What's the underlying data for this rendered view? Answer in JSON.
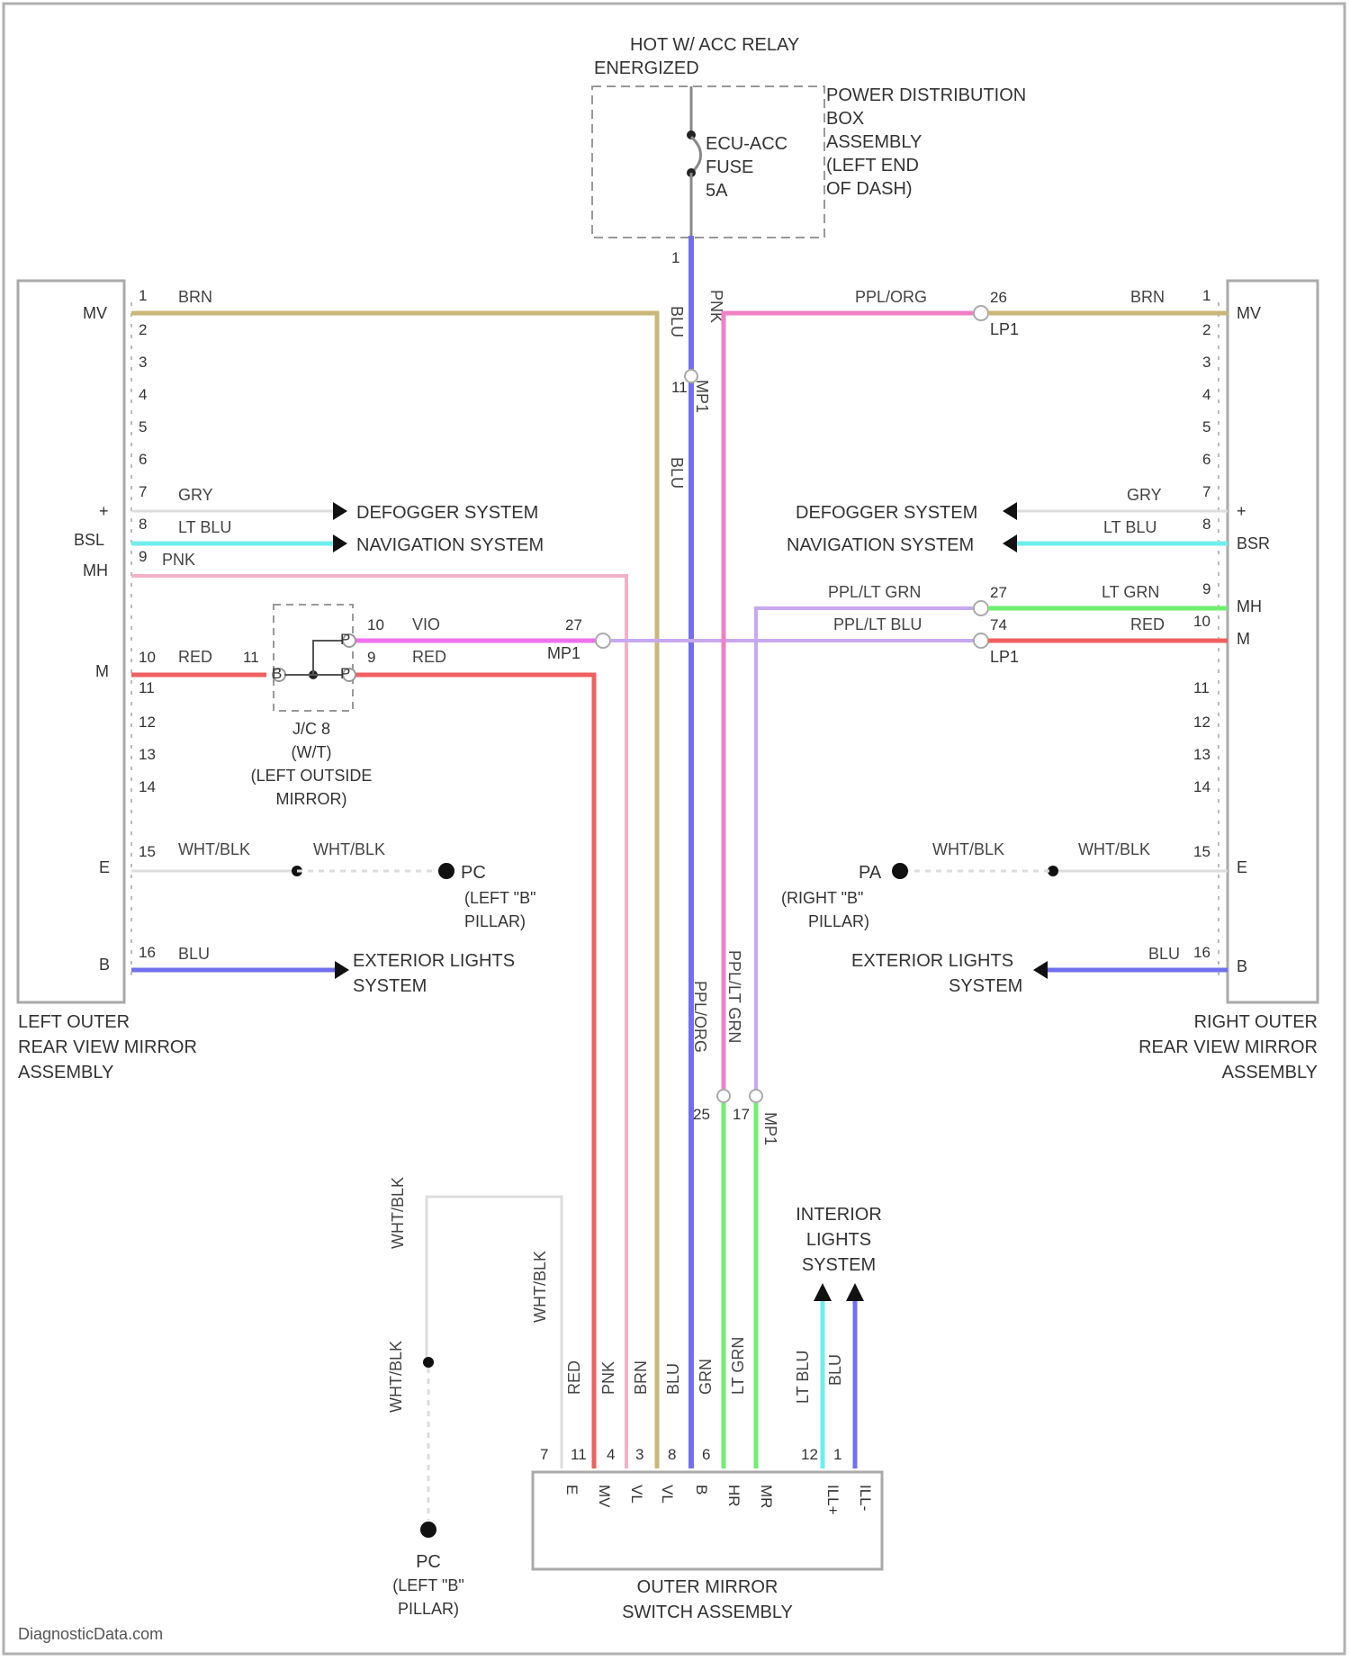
{
  "relay": {
    "line1": "HOT W/ ACC RELAY",
    "line2": "ENERGIZED"
  },
  "pdb": {
    "l1": "POWER DISTRIBUTION",
    "l2": "BOX",
    "l3": "ASSEMBLY",
    "l4": "(LEFT END",
    "l5": "OF DASH)"
  },
  "fuse": {
    "l1": "ECU-ACC",
    "l2": "FUSE",
    "l3": "5A"
  },
  "left_mirror": {
    "name1": "LEFT OUTER",
    "name2": "REAR VIEW MIRROR",
    "name3": "ASSEMBLY"
  },
  "right_mirror": {
    "name1": "RIGHT OUTER",
    "name2": "REAR VIEW MIRROR",
    "name3": "ASSEMBLY"
  },
  "switch": {
    "name1": "OUTER MIRROR",
    "name2": "SWITCH ASSEMBLY"
  },
  "junction": {
    "l1": "J/C 8",
    "l2": "(W/T)",
    "l3": "(LEFT OUTSIDE",
    "l4": "MIRROR)"
  },
  "systems": {
    "defogger": "DEFOGGER SYSTEM",
    "navigation": "NAVIGATION SYSTEM",
    "ext_lights_l1": "EXTERIOR LIGHTS",
    "ext_lights_l2": "SYSTEM",
    "int_l1": "INTERIOR",
    "int_l2": "LIGHTS",
    "int_l3": "SYSTEM"
  },
  "grounds": {
    "left_top": {
      "name": "PC",
      "l1": "(LEFT \"B\"",
      "l2": "PILLAR)"
    },
    "right": {
      "name": "PA",
      "l1": "(RIGHT \"B\"",
      "l2": "PILLAR)"
    },
    "left_bottom": {
      "name": "PC",
      "l1": "(LEFT \"B\"",
      "l2": "PILLAR)"
    }
  },
  "left_terms": {
    "mv": "MV",
    "bsl": "BSL",
    "mh": "MH",
    "m": "M",
    "e": "E",
    "b": "B"
  },
  "right_terms": {
    "mv": "MV",
    "bsr": "BSR",
    "mh": "MH",
    "m": "M",
    "e": "E",
    "b": "B"
  },
  "wires": {
    "brn": "BRN",
    "gry": "GRY",
    "lt_blu": "LT BLU",
    "pnk": "PNK",
    "plus": "+",
    "red": "RED",
    "vio": "VIO",
    "wht_blk": "WHT/BLK",
    "blu": "BLU",
    "ppl_org": "PPL/ORG",
    "ppl_lt_grn": "PPL/LT GRN",
    "ppl_lt_blu": "PPL/LT BLU",
    "lt_grn": "LT GRN",
    "grn": "GRN"
  },
  "connectors": {
    "lp1": "LP1",
    "mp1": "MP1"
  },
  "pins": {
    "n1": "1",
    "n2": "2",
    "n3": "3",
    "n4": "4",
    "n5": "5",
    "n6": "6",
    "n7": "7",
    "n8": "8",
    "n9": "9",
    "n10": "10",
    "n11": "11",
    "n12": "12",
    "n13": "13",
    "n14": "14",
    "n15": "15",
    "n16": "16",
    "n17": "17",
    "n25": "25",
    "n26": "26",
    "n27": "27",
    "n74": "74",
    "n5p": "P",
    "n6p": "P"
  },
  "switch_pins": [
    "E",
    "MV",
    "VL",
    "VL",
    "B",
    "HR",
    "MR",
    "ILL+",
    "ILL-"
  ],
  "footer": "DiagnosticData.com"
}
